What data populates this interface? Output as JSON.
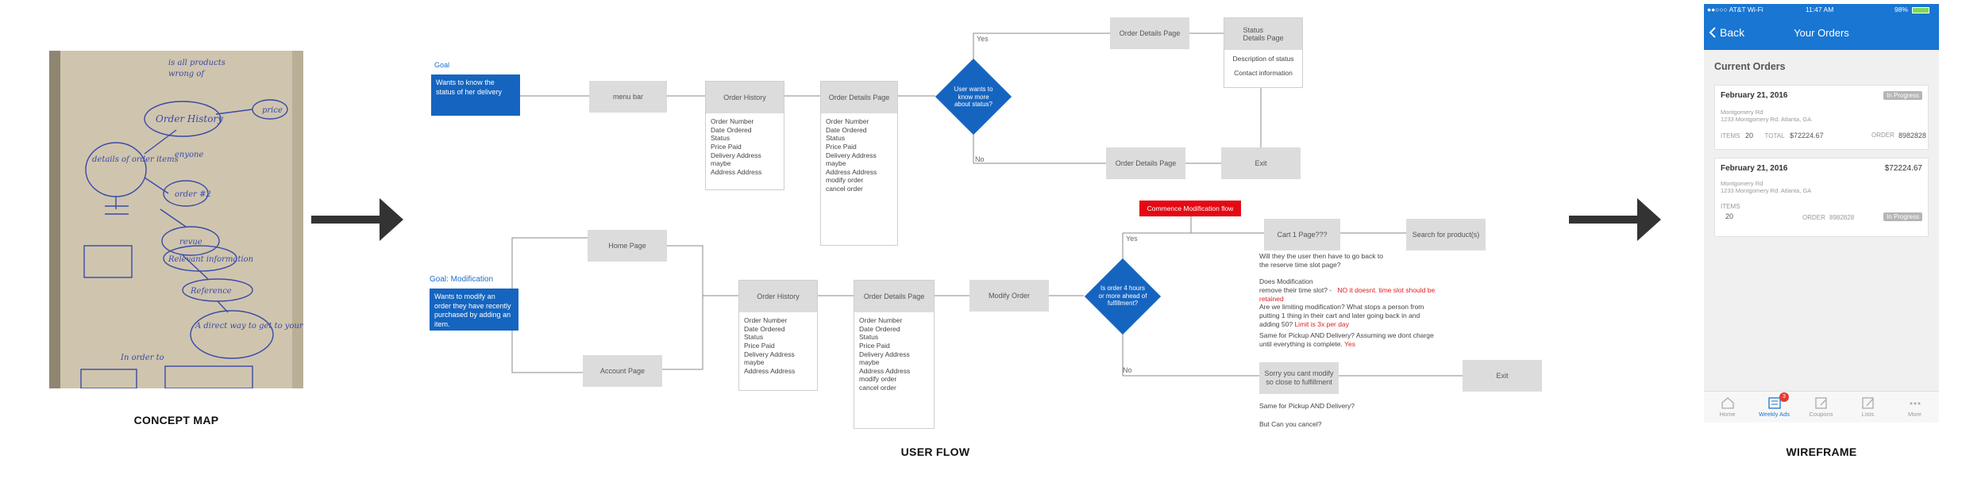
{
  "captions": {
    "concept_map": "CONCEPT MAP",
    "user_flow": "USER FLOW",
    "wireframe": "WIREFRAME"
  },
  "concept_map_sketch": {
    "notes": [
      "is all products",
      "wrong of",
      "price",
      "Order History",
      "enyone",
      "order #2",
      "details of order items",
      "revue",
      "Relevant information",
      "Reference",
      "A direct way to get to your cart",
      "In order to"
    ]
  },
  "flow_top": {
    "goal_label": "Goal",
    "goal_text": "Wants to know the status of her delivery",
    "menu_bar": "menu bar",
    "order_history_title": "Order History",
    "order_history_items": "Order Number\nDate Ordered\nStatus\nPrice Paid\nDelivery Address\nmaybe\nAddress Address",
    "order_details_title": "Order Details Page",
    "order_details_items": "Order Number\nDate Ordered\nStatus\nPrice Paid\nDelivery Address\nmaybe\nAddress Address\nmodify order\ncancel order",
    "decision": "User wants to know more about status?",
    "yes": "Yes",
    "no": "No",
    "details_yes": "Order Details Page",
    "status_details": "Status\nDetails Page",
    "status_items": [
      "Description of status",
      "Contact information"
    ],
    "details_no": "Order Details Page",
    "exit": "Exit"
  },
  "flow_bottom": {
    "goal_label": "Goal: Modification",
    "goal_text": "Wants to modify an order they have recently purchased by adding an item.",
    "home_page": "Home Page",
    "account_page": "Account Page",
    "order_history_title": "Order History",
    "order_history_items": "Order Number\nDate Ordered\nStatus\nPrice Paid\nDelivery Address\nmaybe\nAddress Address",
    "order_details_title": "Order Details Page",
    "order_details_items": "Order Number\nDate Ordered\nStatus\nPrice Paid\nDelivery Address\nmaybe\nAddress Address\nmodify order\ncancel order",
    "modify_order": "Modify Order",
    "decision": "Is order 4 hours or more ahead of fulfillment?",
    "commence": "Commence Modification flow",
    "yes": "Yes",
    "no": "No",
    "cart": "Cart 1 Page???",
    "search": "Search for product(s)",
    "q1": "Will they the user then have to go back to the reserve time slot page?",
    "q2a": "Does Modification remove their time slot? -",
    "q2b": "NO it doesnt. time slot should be retained",
    "q3a": "Are we limiting modification? What stops a person from putting 1 thing in their cart and later going back in and adding 50?",
    "q3b": "Limit is 3x per day",
    "q4a": "Same for Pickup AND Delivery? Assuming we dont charge until everything is complete.",
    "q4b": "Yes",
    "sorry": "Sorry you cant modify so close to fulfillment",
    "exit": "Exit",
    "q5": "Same for Pickup AND Delivery?",
    "q6": "But Can you cancel?"
  },
  "phone": {
    "status_left": "●●○○○ AT&T Wi-Fi",
    "status_time": "11:47 AM",
    "status_right": "98%",
    "back": "Back",
    "title": "Your Orders",
    "section": "Current Orders",
    "orders": [
      {
        "date": "February 21, 2016",
        "status": "In Progress",
        "address1": "Montgomery Rd",
        "address2": "1233 Montgomery Rd. Atlanta, GA",
        "items_label": "ITEMS",
        "items": "20",
        "total_label": "TOTAL",
        "total": "$72224.67",
        "order_label": "ORDER",
        "order": "8982828"
      },
      {
        "date": "February 21, 2016",
        "total": "$72224.67",
        "address1": "Montgomery Rd",
        "address2": "1233 Montgomery Rd. Atlanta, GA",
        "items_label": "ITEMS",
        "items": "20",
        "order_label": "ORDER",
        "order": "8982828",
        "status": "In Progress"
      }
    ],
    "tabs": [
      {
        "label": "Home",
        "icon": "home-icon"
      },
      {
        "label": "Weekly Ads",
        "icon": "ads-icon",
        "badge": "3"
      },
      {
        "label": "Coupons",
        "icon": "coupons-icon"
      },
      {
        "label": "Lists",
        "icon": "lists-icon"
      },
      {
        "label": "More",
        "icon": "more-icon"
      }
    ],
    "colors": {
      "accent": "#1976d2",
      "active_tab": "#1976d2",
      "badge": "#e53935"
    }
  }
}
